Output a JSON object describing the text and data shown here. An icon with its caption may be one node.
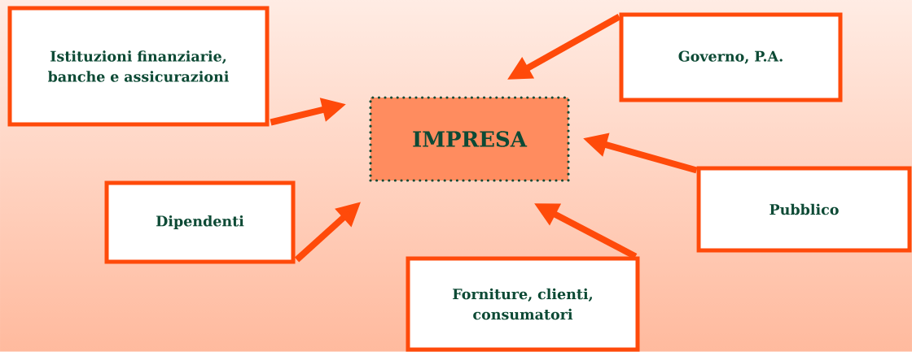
{
  "diagram": {
    "nodes": [
      {
        "text": [
          "IMPRESA"
        ]
      },
      {
        "text": [
          "Istituzioni finanziarie, banche e assicurazioni"
        ]
      },
      {
        "text": [
          "Governo, P.A."
        ]
      },
      {
        "text": [
          "Dipendenti"
        ]
      },
      {
        "text": [
          "Pubblico"
        ]
      },
      {
        "text": [
          "Forniture, clienti, consumatori"
        ]
      }
    ],
    "edges": [
      {
        "from": 1,
        "to": 0,
        "arrow": "to"
      },
      {
        "from": 2,
        "to": 0,
        "arrow": "to"
      },
      {
        "from": 3,
        "to": 0,
        "arrow": "to"
      },
      {
        "from": 4,
        "to": 0,
        "arrow": "to"
      },
      {
        "from": 5,
        "to": 0,
        "arrow": "to"
      }
    ]
  }
}
